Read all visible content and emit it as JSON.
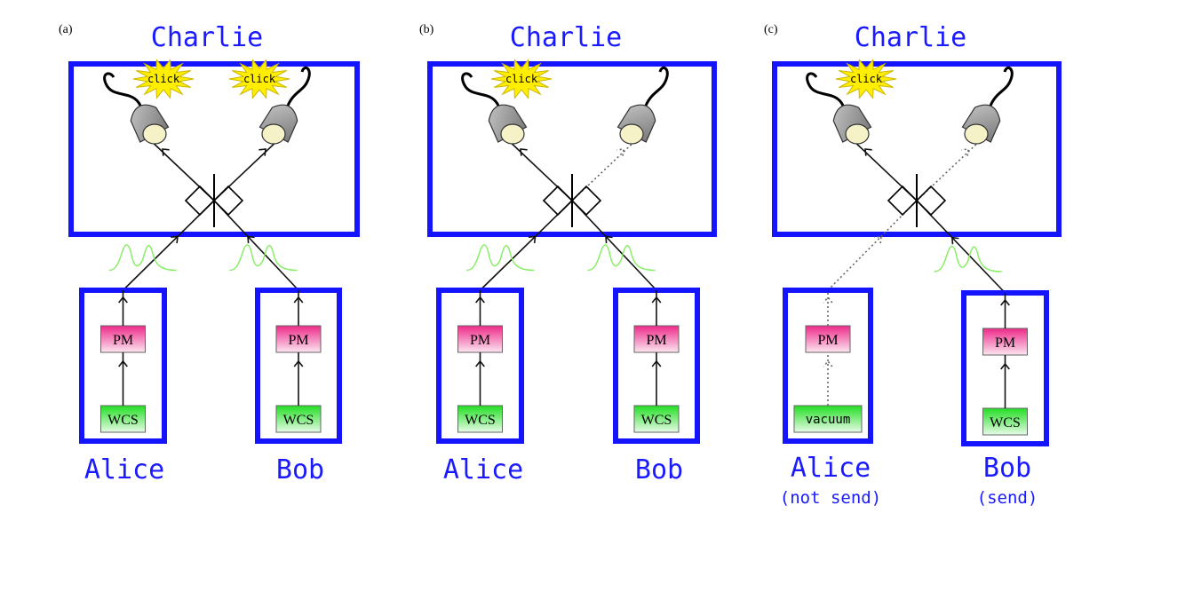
{
  "panels": [
    {
      "id": "a",
      "panel_label": "(a)",
      "charlie_label": "Charlie",
      "alice": {
        "label": "Alice",
        "sublabel": "",
        "pm_label": "PM",
        "source_label": "WCS",
        "source_kind": "wcs",
        "path": "solid",
        "pulse": true
      },
      "bob": {
        "label": "Bob",
        "sublabel": "",
        "pm_label": "PM",
        "source_label": "WCS",
        "source_kind": "wcs",
        "path": "solid",
        "pulse": true
      },
      "detector_left": {
        "clicked": true,
        "click_label": "click"
      },
      "detector_right": {
        "clicked": true,
        "click_label": "click"
      },
      "out_left": "solid",
      "out_right": "solid"
    },
    {
      "id": "b",
      "panel_label": "(b)",
      "charlie_label": "Charlie",
      "alice": {
        "label": "Alice",
        "sublabel": "",
        "pm_label": "PM",
        "source_label": "WCS",
        "source_kind": "wcs",
        "path": "solid",
        "pulse": true
      },
      "bob": {
        "label": "Bob",
        "sublabel": "",
        "pm_label": "PM",
        "source_label": "WCS",
        "source_kind": "wcs",
        "path": "solid",
        "pulse": true
      },
      "detector_left": {
        "clicked": true,
        "click_label": "click"
      },
      "detector_right": {
        "clicked": false,
        "click_label": ""
      },
      "out_left": "solid",
      "out_right": "dotted"
    },
    {
      "id": "c",
      "panel_label": "(c)",
      "charlie_label": "Charlie",
      "alice": {
        "label": "Alice",
        "sublabel": "(not send)",
        "pm_label": "PM",
        "source_label": "vacuum",
        "source_kind": "vacuum",
        "path": "dotted",
        "pulse": false
      },
      "bob": {
        "label": "Bob",
        "sublabel": "(send)",
        "pm_label": "PM",
        "source_label": "WCS",
        "source_kind": "wcs",
        "path": "solid",
        "pulse": true
      },
      "detector_left": {
        "clicked": true,
        "click_label": "click"
      },
      "detector_right": {
        "clicked": false,
        "click_label": ""
      },
      "out_left": "solid",
      "out_right": "dotted"
    }
  ],
  "colors": {
    "party_box": "#1414ff",
    "party_text": "#1a1aff",
    "pm_fill_top": "#ee2a8a",
    "wcs_fill_top": "#22dd22",
    "pulse": "#88ee66",
    "click_star": "#ffee00",
    "detector_body": "#999999",
    "detector_face": "#f6f2c8"
  }
}
